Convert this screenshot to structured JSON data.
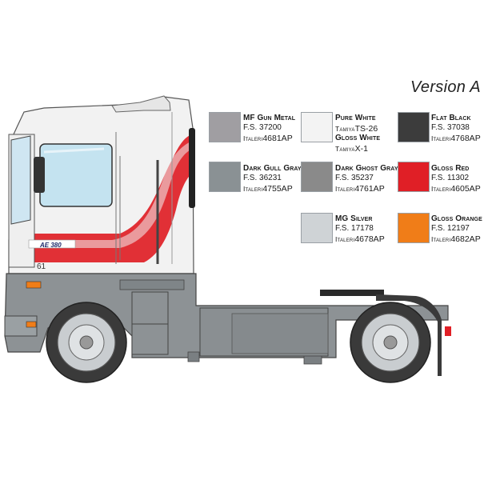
{
  "header": {
    "version": "Version A"
  },
  "swatches": [
    {
      "name": "MF Gun Metal",
      "line2": "F.S. 37200",
      "brand": "Italeri",
      "code": "4681AP",
      "color": "#a09ea2"
    },
    {
      "name": "Pure White",
      "line2_brand": "Tamiya",
      "line2": "TS-26",
      "name2": "Gloss White",
      "brand": "Tamiya",
      "code": "X-1",
      "color": "#f3f3f3"
    },
    {
      "name": "Flat Black",
      "line2": "F.S. 37038",
      "brand": "Italeri",
      "code": "4768AP",
      "color": "#3c3c3c"
    },
    {
      "name": "Dark Gull Gray",
      "line2": "F.S. 36231",
      "brand": "Italeri",
      "code": "4755AP",
      "color": "#8a9194"
    },
    {
      "name": "Dark Ghost Gray",
      "line2": "F.S. 35237",
      "brand": "Italeri",
      "code": "4761AP",
      "color": "#8a8a8a"
    },
    {
      "name": "Gloss Red",
      "line2": "F.S. 11302",
      "brand": "Italeri",
      "code": "4605AP",
      "color": "#e01f26"
    },
    {
      "name": "MG Silver",
      "line2": "F.S. 17178",
      "brand": "Italeri",
      "code": "4678AP",
      "color": "#cfd3d6"
    },
    {
      "name": "Gloss Orange",
      "line2": "F.S. 12197",
      "brand": "Italeri",
      "code": "4682AP",
      "color": "#f07d18"
    }
  ],
  "truck": {
    "cab_number": "61",
    "badge": "AE 380",
    "colors": {
      "body": "#f2f2f2",
      "stripe": "#e01f26",
      "chassis": "#8d9295",
      "tyre": "#3a3a3a",
      "rim": "#c9cdd0",
      "window": "#bfe0ef"
    }
  }
}
